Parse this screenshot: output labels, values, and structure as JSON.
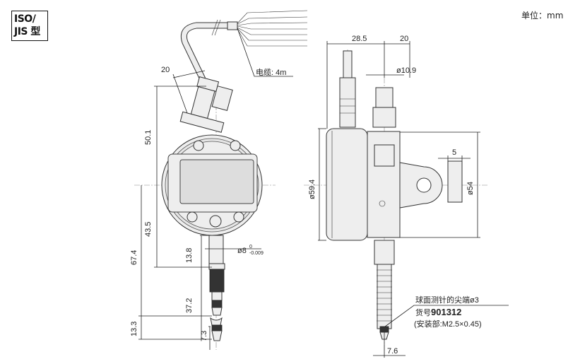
{
  "standard_box": {
    "line1": "ISO/",
    "line2": "JIS 型"
  },
  "unit_label": "单位：mm",
  "cable_label": "电缆: 4m",
  "front_view": {
    "dim_cable_angle_width": "20",
    "dim_height_top": "50.1",
    "dim_height_center_to_stem": "43.5",
    "dim_total_lower": "67.4",
    "dim_stem_length": "13.8",
    "dim_spindle": "37.2",
    "dim_tip_total": "13.3",
    "dim_tip": "7.3",
    "stem_diameter": "ø8",
    "stem_tol_upper": "0",
    "stem_tol_lower": "-0.009"
  },
  "side_view": {
    "dim_depth_front": "28.5",
    "dim_depth_back": "20",
    "cap_diameter": "ø10.9",
    "lug_thickness": "5",
    "body_diameter": "ø59.4",
    "lug_height": "ø54",
    "tip_offset": "7.6"
  },
  "contact_note": {
    "line1": "球面测针的尖端ø3",
    "part_prefix": "货号",
    "part_number": "901312",
    "line3": "(安装部:M2.5×0.45)"
  }
}
